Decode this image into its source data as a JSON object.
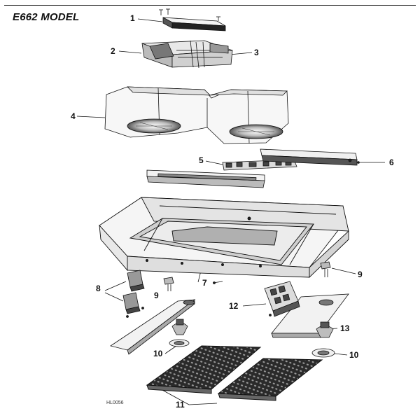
{
  "diagram": {
    "title": "E662 MODEL",
    "drawing_code": "HL0056",
    "callouts": {
      "c1": "1",
      "c2": "2",
      "c3": "3",
      "c4": "4",
      "c5": "5",
      "c6": "6",
      "c7": "7",
      "c8": "8",
      "c9a": "9",
      "c9b": "9",
      "c10a": "10",
      "c10b": "10",
      "c11": "11",
      "c12": "12",
      "c13": "13"
    }
  }
}
